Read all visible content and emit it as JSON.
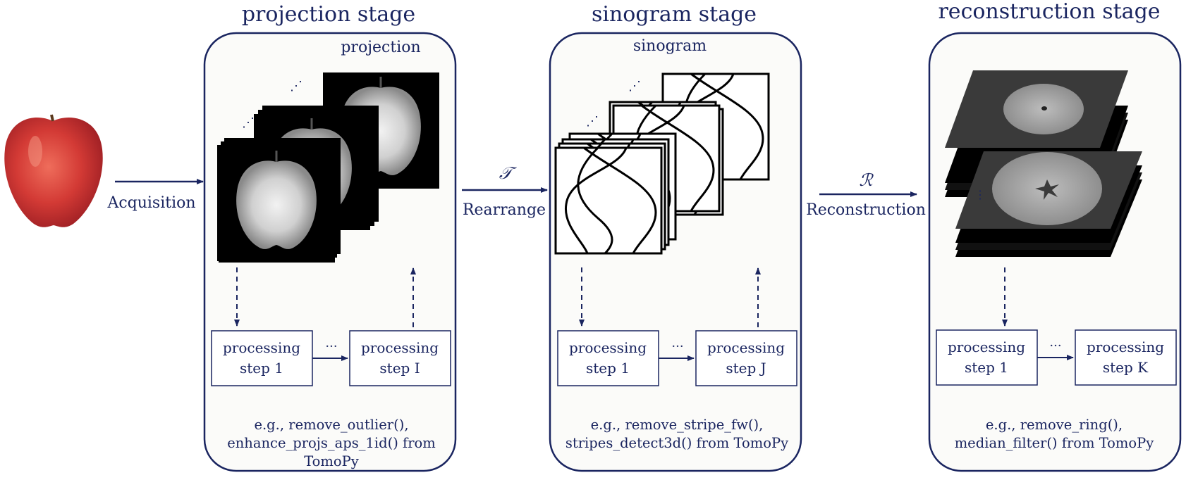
{
  "colors": {
    "navy": "#1a2560",
    "panel_fill": "#fbfbf9",
    "apple_red": "#d33a35"
  },
  "stages": [
    {
      "title": "projection stage",
      "image_label": "projection",
      "steps": [
        {
          "line1": "processing",
          "line2": "step 1"
        },
        {
          "line1": "processing",
          "line2": "step I"
        }
      ],
      "step_dots": "···",
      "stack_dots": "⋰",
      "examples": [
        "e.g., remove_outlier(),",
        "enhance_projs_aps_1id() from",
        "TomoPy"
      ]
    },
    {
      "title": "sinogram stage",
      "image_label": "sinogram",
      "steps": [
        {
          "line1": "processing",
          "line2": "step 1"
        },
        {
          "line1": "processing",
          "line2": "step J"
        }
      ],
      "step_dots": "···",
      "stack_dots": "⋰",
      "examples": [
        "e.g., remove_stripe_fw(),",
        "stripes_detect3d() from TomoPy"
      ]
    },
    {
      "title": "reconstruction stage",
      "steps": [
        {
          "line1": "processing",
          "line2": "step 1"
        },
        {
          "line1": "processing",
          "line2": "step K"
        }
      ],
      "step_dots": "···",
      "stack_dots": "⋮",
      "examples": [
        "e.g., remove_ring(),",
        "median_filter() from TomoPy"
      ]
    }
  ],
  "transitions": [
    {
      "symbol": "",
      "label": "Acquisition"
    },
    {
      "symbol": "𝒯",
      "label": "Rearrange"
    },
    {
      "symbol": "ℛ",
      "label": "Reconstruction"
    }
  ],
  "icons": {
    "apple": "apple-photo-icon",
    "projection": "xray-projection-icon",
    "sinogram": "sinogram-icon",
    "slice": "ct-slice-icon"
  }
}
